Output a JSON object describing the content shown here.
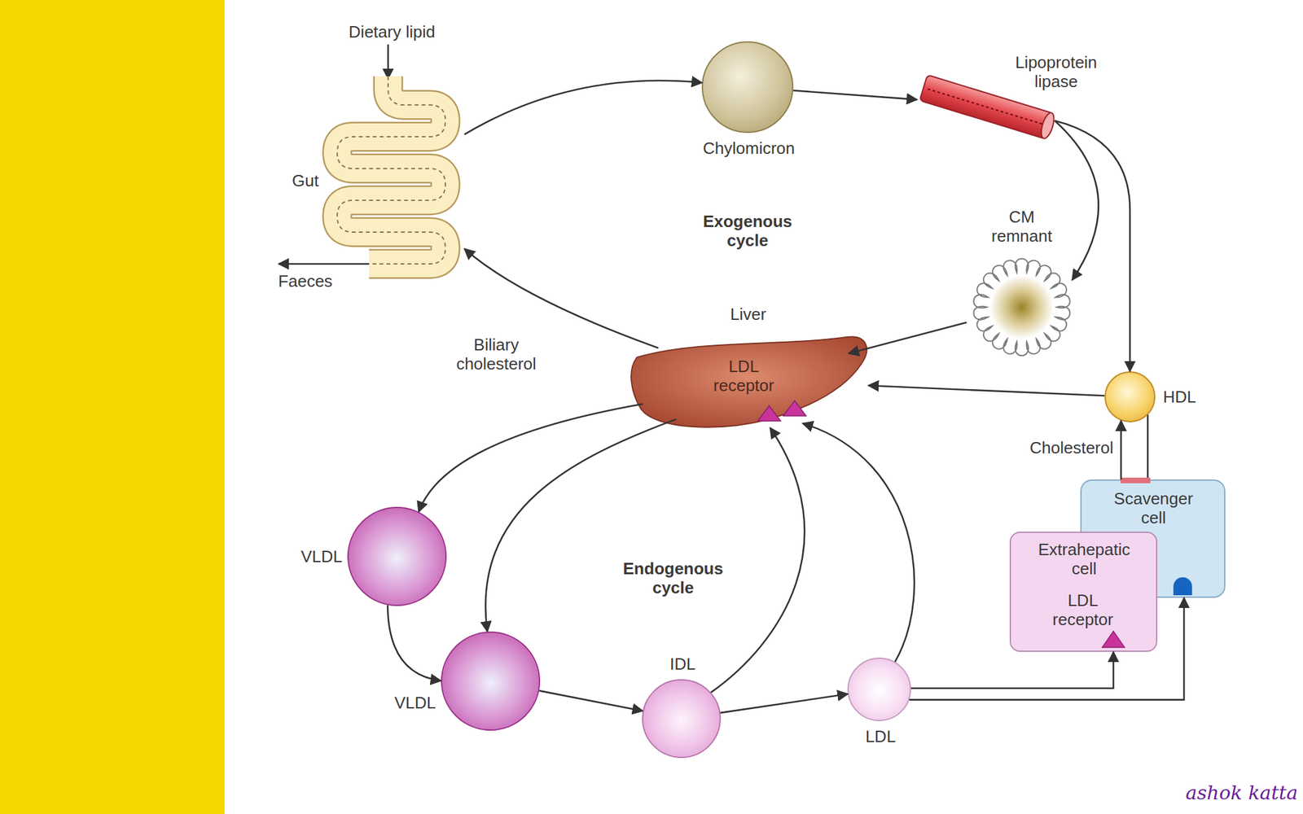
{
  "diagram": {
    "nodes": [
      {
        "text": [
          "Gut"
        ]
      },
      {
        "text": [
          "Chylomicron"
        ]
      },
      {
        "text": [
          "Lipoprotein lipase"
        ]
      },
      {
        "text": [
          "CM remnant"
        ]
      },
      {
        "text": [
          "Liver",
          "LDL receptor"
        ]
      },
      {
        "text": [
          "HDL"
        ]
      },
      {
        "text": [
          "Scavenger cell"
        ]
      },
      {
        "text": [
          "Extrahepatic cell",
          "LDL receptor"
        ]
      },
      {
        "text": [
          "VLDL"
        ]
      },
      {
        "text": [
          "VLDL"
        ]
      },
      {
        "text": [
          "IDL"
        ]
      },
      {
        "text": [
          "LDL"
        ]
      }
    ],
    "edges": [
      {
        "from": 0,
        "to": 1,
        "arrow": "to"
      },
      {
        "from": 1,
        "to": 2,
        "arrow": "to"
      },
      {
        "from": 2,
        "to": 3,
        "arrow": "to"
      },
      {
        "from": 2,
        "to": 5,
        "arrow": "to"
      },
      {
        "from": 3,
        "to": 4,
        "arrow": "to"
      },
      {
        "from": 5,
        "to": 4,
        "arrow": "to"
      },
      {
        "from": 4,
        "to": 0,
        "label": "Biliary cholesterol",
        "arrow": "to"
      },
      {
        "from": 6,
        "to": 5,
        "label": "Cholesterol",
        "arrow": "to"
      },
      {
        "from": 4,
        "to": 8,
        "arrow": "to"
      },
      {
        "from": 4,
        "to": 9,
        "arrow": "to"
      },
      {
        "from": 8,
        "to": 9,
        "arrow": "to"
      },
      {
        "from": 9,
        "to": 10,
        "arrow": "to"
      },
      {
        "from": 10,
        "to": 4,
        "arrow": "to"
      },
      {
        "from": 10,
        "to": 11,
        "arrow": "to"
      },
      {
        "from": 11,
        "to": 4,
        "arrow": "to"
      },
      {
        "from": 11,
        "to": 7,
        "arrow": "to"
      },
      {
        "from": 11,
        "to": 6,
        "arrow": "to"
      }
    ],
    "labels": [
      "Dietary lipid",
      "Faeces",
      "Exogenous cycle",
      "Endogenous cycle",
      "ashok katta"
    ]
  }
}
